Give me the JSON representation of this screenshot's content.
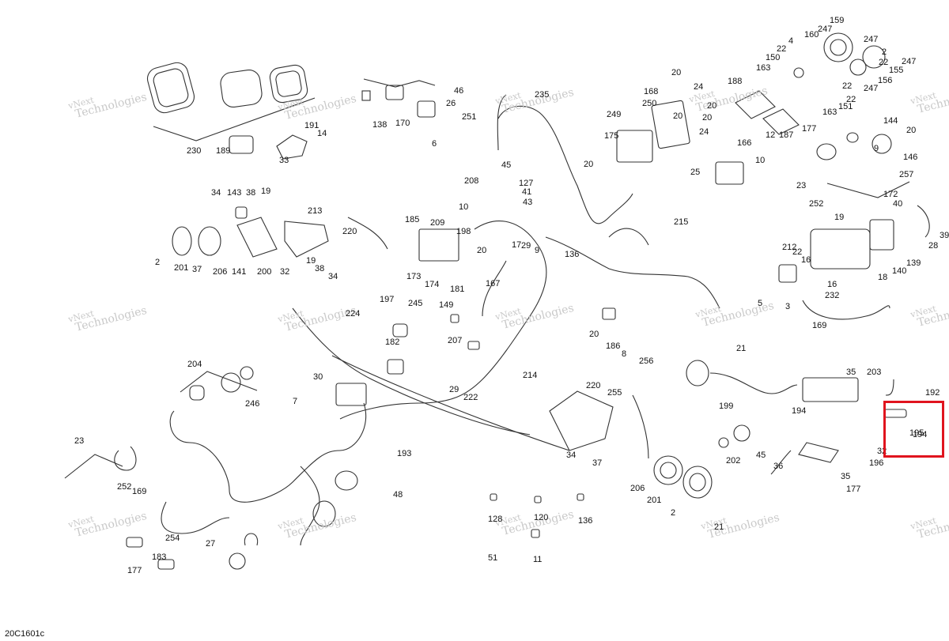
{
  "diagram_code": "20C1601c",
  "highlight_label": "194",
  "watermark": {
    "line1": "vNext",
    "line2": "Technologies"
  },
  "labels": [
    "159",
    "247",
    "160",
    "4",
    "22",
    "150",
    "247",
    "2",
    "247",
    "22",
    "155",
    "163",
    "156",
    "22",
    "247",
    "151",
    "22",
    "163",
    "188",
    "20",
    "168",
    "24",
    "12",
    "187",
    "250",
    "249",
    "20",
    "20",
    "24",
    "177",
    "144",
    "20",
    "9",
    "146",
    "175",
    "20",
    "166",
    "25",
    "10",
    "257",
    "23",
    "252",
    "172",
    "40",
    "39",
    "20",
    "235",
    "46",
    "26",
    "251",
    "6",
    "170",
    "138",
    "230",
    "191",
    "14",
    "189",
    "33",
    "45",
    "208",
    "127",
    "41",
    "43",
    "10",
    "185",
    "209",
    "198",
    "20",
    "173",
    "174",
    "181",
    "17",
    "29",
    "9",
    "136",
    "215",
    "34",
    "143",
    "38",
    "19",
    "213",
    "220",
    "2",
    "201",
    "37",
    "206",
    "200",
    "32",
    "19",
    "38",
    "34",
    "141",
    "19",
    "212",
    "22",
    "16",
    "18",
    "140",
    "139",
    "28",
    "16",
    "5",
    "3",
    "232",
    "197",
    "245",
    "149",
    "167",
    "182",
    "207",
    "20",
    "186",
    "8",
    "256",
    "224",
    "169",
    "204",
    "30",
    "246",
    "7",
    "29",
    "222",
    "214",
    "220",
    "255",
    "193",
    "21",
    "35",
    "203",
    "192",
    "194",
    "195",
    "199",
    "45",
    "202",
    "36",
    "196",
    "32",
    "34",
    "37",
    "206",
    "201",
    "2",
    "21",
    "35",
    "177",
    "23",
    "252",
    "169",
    "48",
    "128",
    "120",
    "136",
    "51",
    "11",
    "254",
    "27",
    "183",
    "177"
  ]
}
